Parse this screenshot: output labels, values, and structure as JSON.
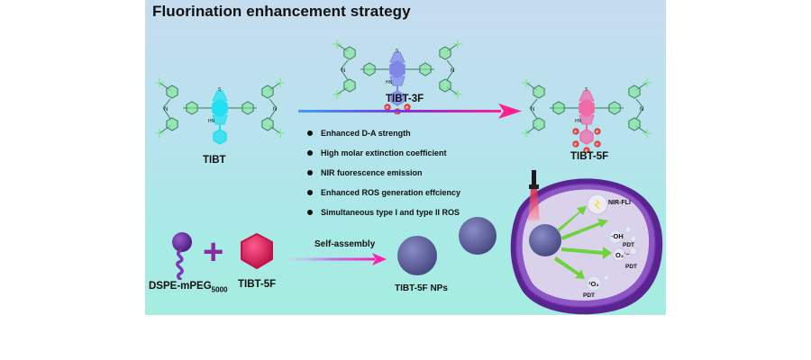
{
  "title": "Fluorination enhancement strategy",
  "molecules": {
    "tibt": {
      "label": "TIBT",
      "core_color": "#1ee0f0",
      "substituents": []
    },
    "tibt_3f": {
      "label": "TIBT-3F",
      "core_color": "#7f86e8",
      "substituents": [
        "F",
        "F",
        "F"
      ]
    },
    "tibt_5f": {
      "label": "TIBT-5F",
      "core_color": "#f06aa8",
      "substituents": [
        "F",
        "F",
        "F",
        "F",
        "F"
      ]
    },
    "donor_color": "#7ee88e",
    "atoms": {
      "s": "S",
      "n": "N",
      "hn": "HN"
    }
  },
  "features": [
    "Enhanced D-A strength",
    "High molar extinction coefficient",
    "NIR fuorescence emission",
    "Enhanced ROS generation effciency",
    "Simultaneous type I and type II ROS"
  ],
  "assembly": {
    "polymer_label": "DSPE-mPEG",
    "polymer_subscript": "5000",
    "plus": "+",
    "dye_label": "TIBT-5F",
    "arrow_label": "Self-assembly",
    "np_label": "TIBT-5F NPs"
  },
  "cell": {
    "nir_label": "NIR-FLI",
    "ros": [
      {
        "species": "·OH",
        "therapy": "PDT"
      },
      {
        "species": "O₂˙⁻",
        "therapy": "PDT"
      },
      {
        "species": "¹O₂",
        "therapy": "PDT"
      }
    ]
  },
  "colors": {
    "arrow_start": "#3aa0ff",
    "arrow_mid": "#8a2be2",
    "arrow_end": "#ff1f8f",
    "membrane": "#7b3bb0",
    "cell_interior": "#d9d2ea",
    "nanoparticle": "#5d5f9e",
    "polymer": "#6a2c9a",
    "dye_hexagon": "#e0195a",
    "green_arrow": "#6cd33a"
  }
}
